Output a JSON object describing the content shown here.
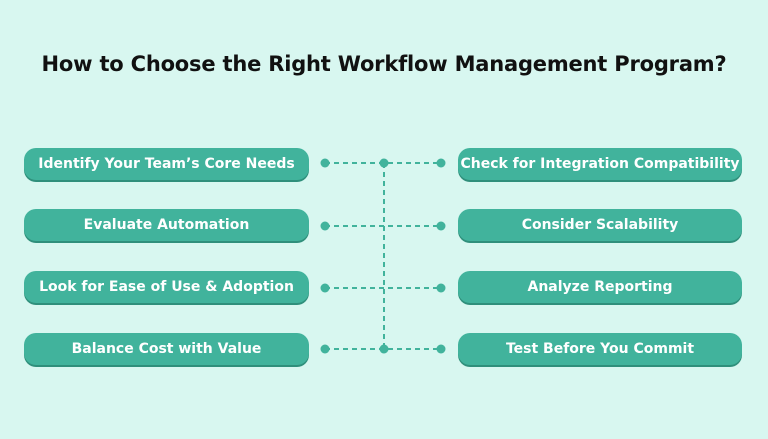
{
  "title": "How to Choose the Right Workflow Management Program?",
  "left_items": [
    "Identify Your Team’s Core Needs",
    "Evaluate Automation",
    "Look for Ease of Use & Adoption",
    "Balance Cost with Value"
  ],
  "right_items": [
    "Check for Integration Compatibility",
    "Consider Scalability",
    "Analyze Reporting",
    "Test Before You Commit"
  ],
  "colors": {
    "background": "#d8f7f0",
    "pill": "#41b39c",
    "connector": "#41b39c",
    "title": "#111111"
  }
}
